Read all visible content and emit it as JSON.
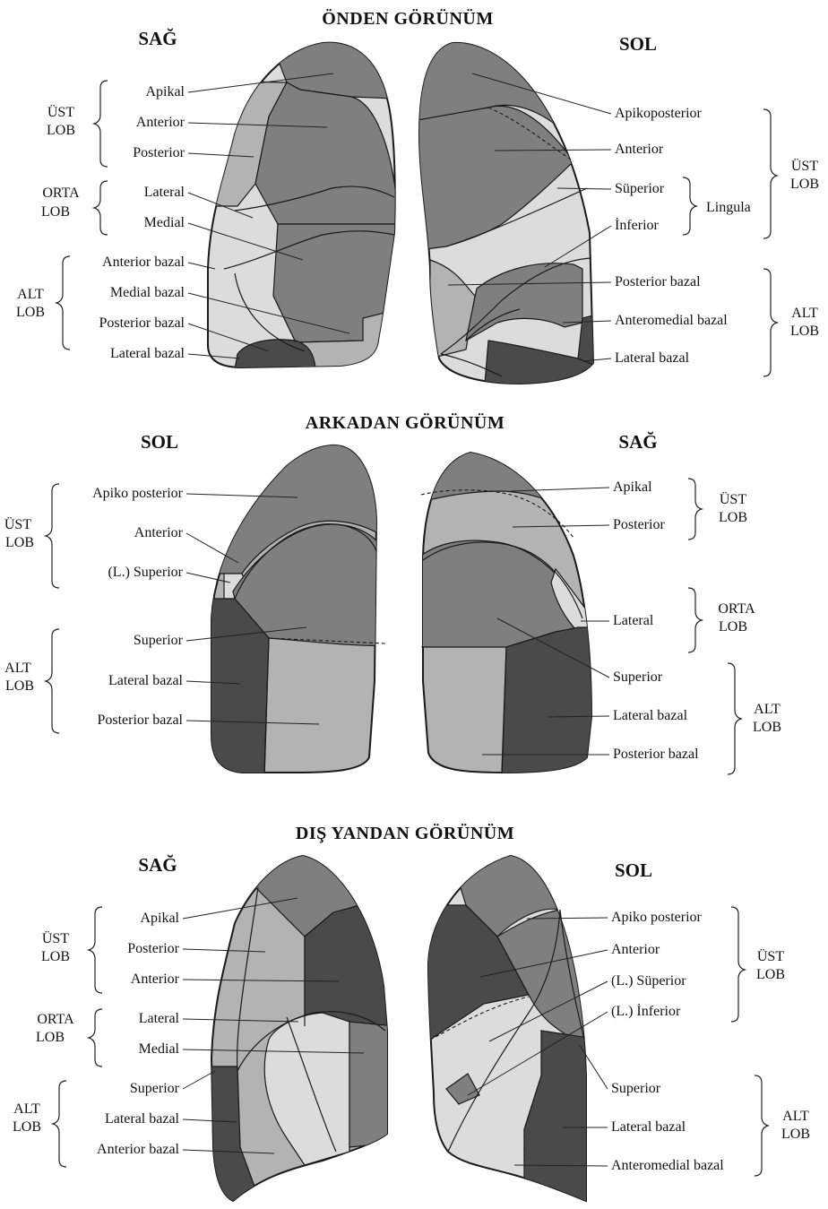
{
  "colors": {
    "dark": "#4a4a4a",
    "mid": "#7f7f7f",
    "light": "#b3b3b3",
    "pale": "#dcdcdc",
    "outline": "#1a1a1a"
  },
  "sections": [
    {
      "title": "ÖNDEN GÖRÜNÜM",
      "left_side": "SAĞ",
      "right_side": "SOL",
      "left_labels": [
        "Apikal",
        "Anterior",
        "Posterior",
        "Lateral",
        "Medial",
        "Anterior bazal",
        "Medial bazal",
        "Posterior bazal",
        "Lateral bazal"
      ],
      "left_groups": [
        [
          "ÜST",
          "LOB"
        ],
        [
          "ORTA",
          "LOB"
        ],
        [
          "ALT",
          "LOB"
        ]
      ],
      "right_labels": [
        "Apikoposterior",
        "Anterior",
        "Süperior",
        "İnferior",
        "Posterior bazal",
        "Anteromedial bazal",
        "Lateral bazal"
      ],
      "right_groups": [
        [
          "ÜST",
          "LOB"
        ],
        [
          "ALT",
          "LOB"
        ]
      ],
      "lingula": "Lingula"
    },
    {
      "title": "ARKADAN GÖRÜNÜM",
      "left_side": "SOL",
      "right_side": "SAĞ",
      "left_labels": [
        "Apiko posterior",
        "Anterior",
        "(L.) Superior",
        "Superior",
        "Lateral bazal",
        "Posterior bazal"
      ],
      "left_groups": [
        [
          "ÜST",
          "LOB"
        ],
        [
          "ALT",
          "LOB"
        ]
      ],
      "right_labels": [
        "Apikal",
        "Posterior",
        "Lateral",
        "Superior",
        "Lateral bazal",
        "Posterior bazal"
      ],
      "right_groups": [
        [
          "ÜST",
          "LOB"
        ],
        [
          "ORTA",
          "LOB"
        ],
        [
          "ALT",
          "LOB"
        ]
      ]
    },
    {
      "title": "DIŞ YANDAN GÖRÜNÜM",
      "left_side": "SAĞ",
      "right_side": "SOL",
      "left_labels": [
        "Apikal",
        "Posterior",
        "Anterior",
        "Lateral",
        "Medial",
        "Superior",
        "Lateral bazal",
        "Anterior bazal"
      ],
      "left_groups": [
        [
          "ÜST",
          "LOB"
        ],
        [
          "ORTA",
          "LOB"
        ],
        [
          "ALT",
          "LOB"
        ]
      ],
      "right_labels": [
        "Apiko posterior",
        "Anterior",
        "(L.) Süperior",
        "(L.) İnferior",
        "Superior",
        "Lateral bazal",
        "Anteromedial bazal"
      ],
      "right_groups": [
        [
          "ÜST",
          "LOB"
        ],
        [
          "ALT",
          "LOB"
        ]
      ]
    }
  ]
}
